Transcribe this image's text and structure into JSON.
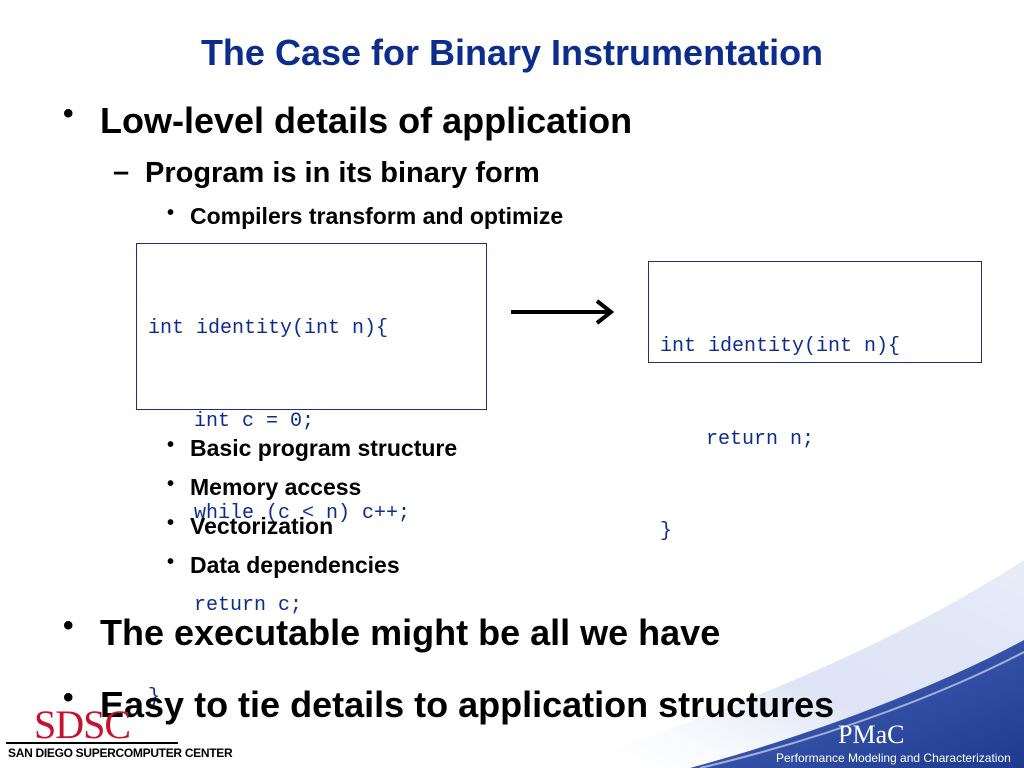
{
  "slide": {
    "title": "The Case for Binary Instrumentation",
    "bullets": {
      "b1": "Low-level details of application",
      "b1_sub": "Program is in its binary form",
      "b1_subsub": "Compilers transform and optimize",
      "b2": "The executable might be all we have",
      "b3": "Easy to tie details to application structures"
    },
    "features": [
      "Basic program structure",
      "Memory access",
      "Vectorization",
      "Data dependencies"
    ],
    "bullet_glyphs": {
      "level1": "•",
      "level2": "–",
      "level3": "•"
    },
    "code_before": [
      "int identity(int n){",
      "int c = 0;",
      "while (c < n) c++;",
      "return c;",
      "}"
    ],
    "code_after": [
      "int identity(int n){",
      "return n;",
      "}"
    ],
    "arrow_icon": "right-arrow-icon"
  },
  "footer": {
    "org_logo": "SDSC",
    "org_name": "SAN DIEGO SUPERCOMPUTER CENTER",
    "group_logo": "PMaC",
    "group_name": "Performance Modeling and Characterization"
  },
  "colors": {
    "title": "#0c2d8c",
    "code_text": "#0c2d8c",
    "code_border": "#1f2f7a",
    "sdsc_red": "#c8102e",
    "swoosh_blue": "#2f4fa8"
  }
}
